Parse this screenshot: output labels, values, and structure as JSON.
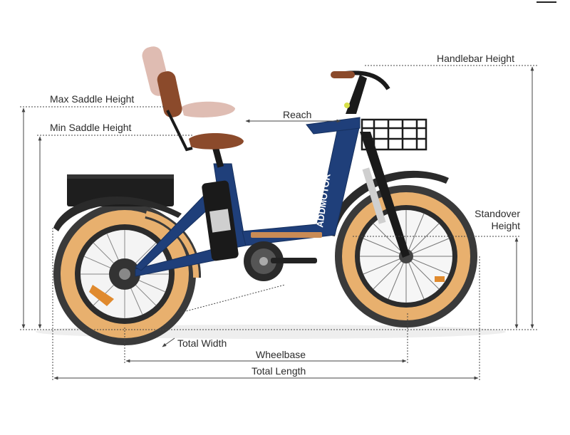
{
  "labels": {
    "handlebar_height": "Handlebar Height",
    "max_saddle_height": "Max Saddle Height",
    "min_saddle_height": "Min Saddle Height",
    "reach": "Reach",
    "standover_line1": "Standover",
    "standover_line2": "Height",
    "total_width": "Total Width",
    "wheelbase": "Wheelbase",
    "total_length": "Total Length"
  },
  "frame_branding": "ADDMOTOR",
  "icons": {
    "menu": "hamburger-menu-icon"
  },
  "colors": {
    "frame": "#1f3f7a",
    "tire": "#e8b06e",
    "tire_tread": "#3a3a3a",
    "leather": "#8b4a2b",
    "dimension_line": "#444444"
  }
}
